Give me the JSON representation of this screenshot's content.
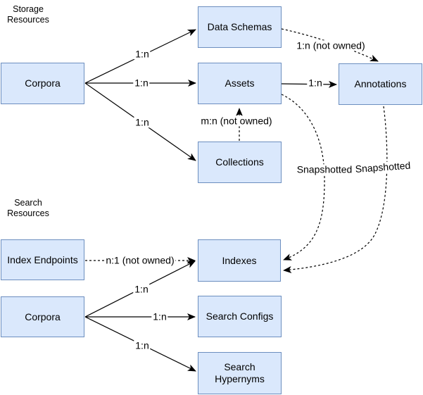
{
  "colors": {
    "node_fill": "#dae8fc",
    "node_border": "#6c8ebf",
    "line": "#000000",
    "text": "#000000"
  },
  "sections": {
    "storage": "Storage\nResources",
    "search": "Search\nResources"
  },
  "nodes": [
    {
      "id": "corpora-storage",
      "label": "Corpora"
    },
    {
      "id": "data-schemas",
      "label": "Data Schemas"
    },
    {
      "id": "assets",
      "label": "Assets"
    },
    {
      "id": "annotations",
      "label": "Annotations"
    },
    {
      "id": "collections",
      "label": "Collections"
    },
    {
      "id": "index-endpoints",
      "label": "Index Endpoints"
    },
    {
      "id": "corpora-search",
      "label": "Corpora"
    },
    {
      "id": "indexes",
      "label": "Indexes"
    },
    {
      "id": "search-configs",
      "label": "Search Configs"
    },
    {
      "id": "search-hypernyms",
      "label": "Search Hypernyms"
    }
  ],
  "edges": [
    {
      "from": "corpora-storage",
      "to": "data-schemas",
      "label": "1:n",
      "style": "solid"
    },
    {
      "from": "corpora-storage",
      "to": "assets",
      "label": "1:n",
      "style": "solid"
    },
    {
      "from": "corpora-storage",
      "to": "collections",
      "label": "1:n",
      "style": "solid"
    },
    {
      "from": "assets",
      "to": "annotations",
      "label": "1:n",
      "style": "solid"
    },
    {
      "from": "collections",
      "to": "assets",
      "label": "m:n (not owned)",
      "style": "dashed"
    },
    {
      "from": "data-schemas",
      "to": "annotations",
      "label": "1:n (not owned)",
      "style": "dashed"
    },
    {
      "from": "index-endpoints",
      "to": "indexes",
      "label": "n:1 (not owned)",
      "style": "dashed"
    },
    {
      "from": "corpora-search",
      "to": "indexes",
      "label": "1:n",
      "style": "solid"
    },
    {
      "from": "corpora-search",
      "to": "search-configs",
      "label": "1:n",
      "style": "solid"
    },
    {
      "from": "corpora-search",
      "to": "search-hypernyms",
      "label": "1:n",
      "style": "solid"
    },
    {
      "from": "assets",
      "to": "indexes",
      "label": "Snapshotted",
      "style": "dashed"
    },
    {
      "from": "annotations",
      "to": "indexes",
      "label": "Snapshotted",
      "style": "dashed"
    }
  ]
}
